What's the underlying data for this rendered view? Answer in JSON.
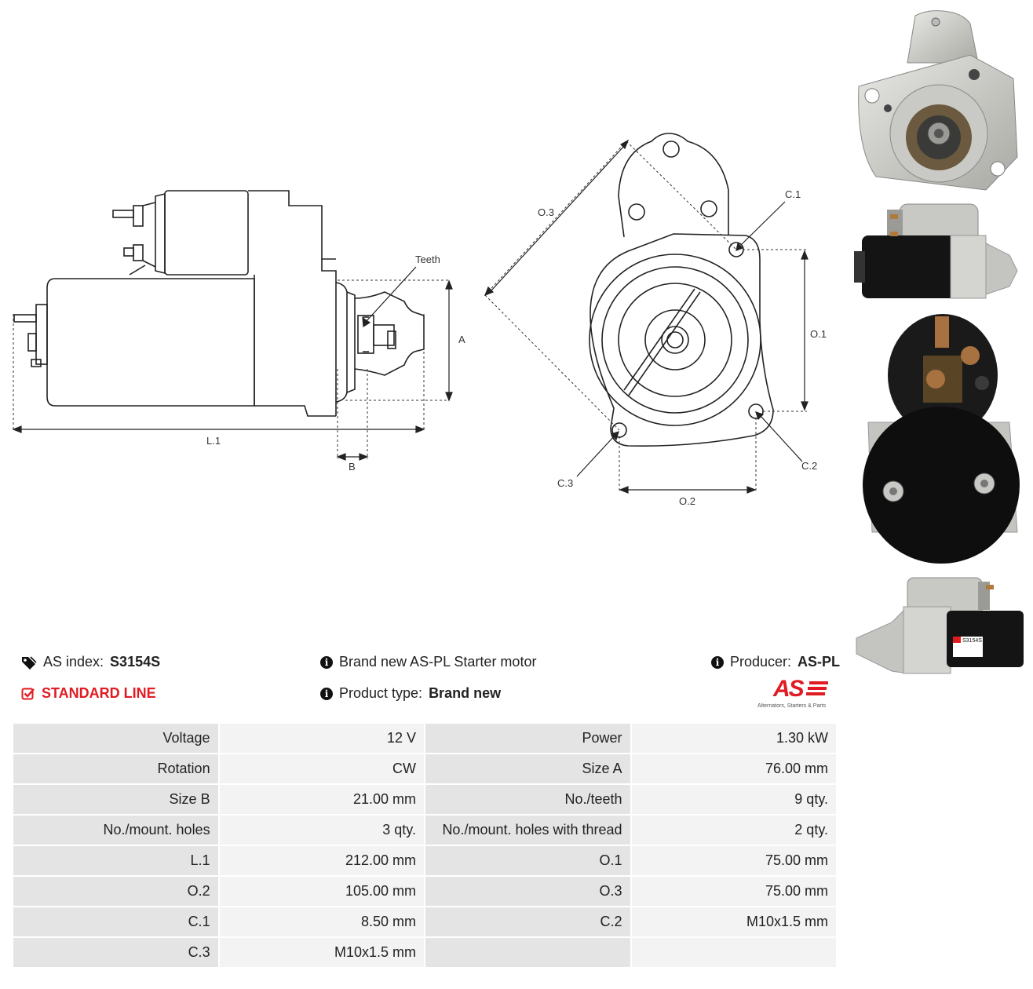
{
  "diagram_labels": {
    "teeth": "Teeth",
    "a": "A",
    "b": "B",
    "l1": "L.1",
    "o1": "O.1",
    "o2": "O.2",
    "o3": "O.3",
    "c1": "C.1",
    "c2": "C.2",
    "c3": "C.3"
  },
  "info": {
    "as_index_label": "AS index:",
    "as_index_value": "S3154S",
    "line": "STANDARD LINE",
    "description": "Brand new AS-PL Starter motor",
    "product_type_label": "Product type:",
    "product_type_value": "Brand new",
    "producer_label": "Producer:",
    "producer_value": "AS-PL"
  },
  "logo": {
    "mark": "AS",
    "tagline": "Alternators, Starters & Parts",
    "color": "#e01b22"
  },
  "product_label": {
    "code": "S3154S"
  },
  "specs": [
    {
      "k1": "Voltage",
      "v1": "12 V",
      "k2": "Power",
      "v2": "1.30 kW"
    },
    {
      "k1": "Rotation",
      "v1": "CW",
      "k2": "Size A",
      "v2": "76.00 mm"
    },
    {
      "k1": "Size B",
      "v1": "21.00 mm",
      "k2": "No./teeth",
      "v2": "9 qty."
    },
    {
      "k1": "No./mount. holes",
      "v1": "3 qty.",
      "k2": "No./mount. holes with thread",
      "v2": "2 qty."
    },
    {
      "k1": "L.1",
      "v1": "212.00 mm",
      "k2": "O.1",
      "v2": "75.00 mm"
    },
    {
      "k1": "O.2",
      "v1": "105.00 mm",
      "k2": "O.3",
      "v2": "75.00 mm"
    },
    {
      "k1": "C.1",
      "v1": "8.50 mm",
      "k2": "C.2",
      "v2": "M10x1.5 mm"
    },
    {
      "k1": "C.3",
      "v1": "M10x1.5 mm",
      "k2": "",
      "v2": ""
    }
  ]
}
